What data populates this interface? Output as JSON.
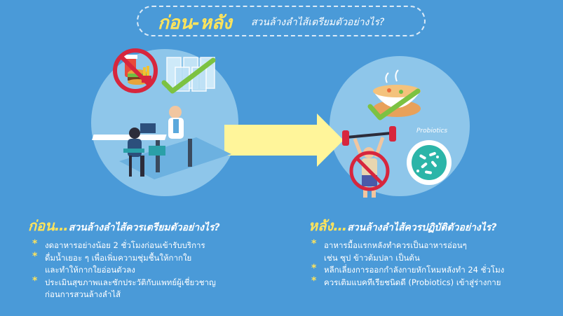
{
  "title": {
    "main": "ก่อน-หลัง",
    "sub": "สวนล้างลำไส้เตรียมตัวอย่างไร?"
  },
  "left": {
    "heading_accent": "ก่อน…",
    "heading_text": "สวนล้างลำไส้ควรเตรียมตัวอย่างไร?",
    "bullets": [
      "งดอาหารอย่างน้อย 2 ชั่วโมงก่อนเข้ารับบริการ",
      "ดื่มน้ำเยอะ ๆ เพื่อเพิ่มความชุ่มชื้นให้กากใย\nและทำให้กากใยอ่อนตัวลง",
      "ประเมินสุขภาพและซักประวัติกับแพทย์ผู้เชี่ยวชาญ\nก่อนการสวนล้างลำไส้"
    ]
  },
  "right": {
    "heading_accent": "หลัง…",
    "heading_text": "สวนล้างลำไส้ควรปฏิบัติตัวอย่างไร?",
    "bullets": [
      "อาหารมื้อแรกหลังทำควรเป็นอาหารอ่อนๆ\nเช่น ซุป ข้าวต้มปลา เป็นต้น",
      "หลีกเลี่ยงการออกกำลังกายหักโหมหลังทำ 24 ชั่วโมง",
      "ควรเติมแบคทีเรียชนิดดี (Probiotics) เข้าสู่ร่างกาย"
    ]
  },
  "probiotics_label": "Probiotics",
  "bullet_symbol": "*",
  "colors": {
    "background": "#4a9ad8",
    "circle": "#8ec6ea",
    "accent_yellow": "#ffe45a",
    "arrow": "#fff59a",
    "check_green": "#7cc242",
    "prohibit_red": "#d7263d",
    "probiotic_teal": "#2cb5a8"
  },
  "icons": [
    "fast-food-prohibited-icon",
    "water-glasses-icon",
    "check-icon",
    "doctor-consultation-illustration",
    "soup-bowl-icon",
    "weightlifting-prohibited-icon",
    "probiotics-icon",
    "right-arrow-icon"
  ]
}
